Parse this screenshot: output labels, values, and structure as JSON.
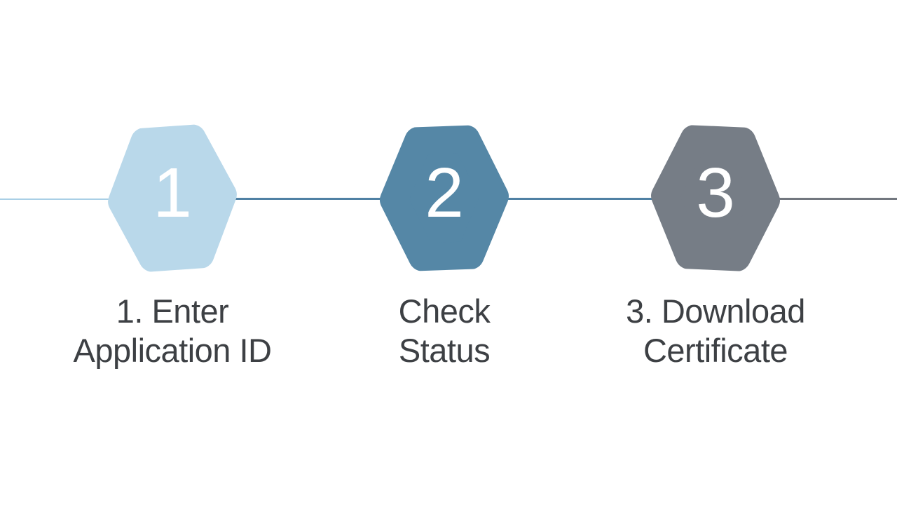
{
  "diagram": {
    "type": "process-steps",
    "background_color": "#ffffff",
    "number_text_color": "#ffffff",
    "label_text_color": "#3d4044",
    "steps": [
      {
        "number": "1",
        "label": "1. Enter\nApplication ID",
        "hex_color": "#b9d8ea"
      },
      {
        "number": "2",
        "label": "Check\nStatus",
        "hex_color": "#5587a6"
      },
      {
        "number": "3",
        "label": "3. Download\nCertificate",
        "hex_color": "#767d86"
      }
    ],
    "connector_segments": [
      {
        "color": "#a9cfe6"
      },
      {
        "color": "#4f81a4"
      },
      {
        "color": "#4f81a4"
      },
      {
        "color": "#72777f"
      }
    ]
  }
}
